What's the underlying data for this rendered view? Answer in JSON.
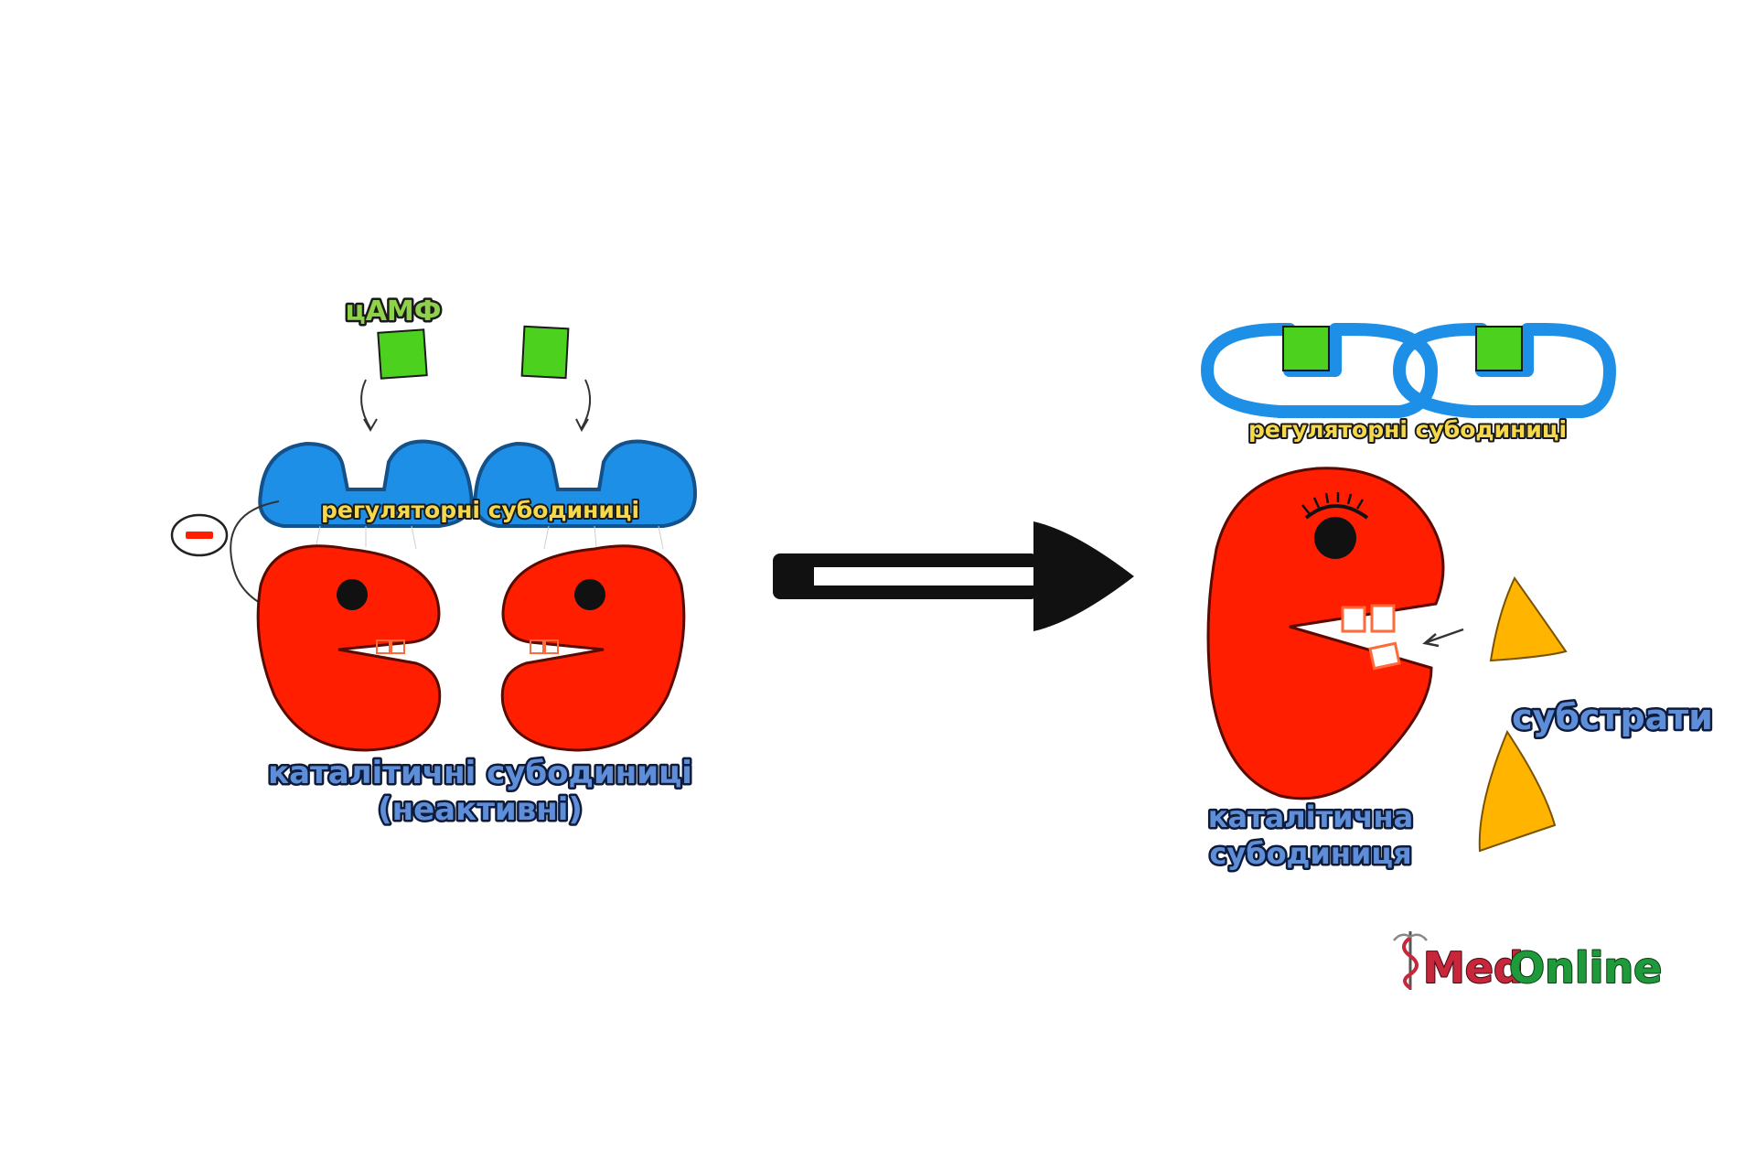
{
  "left_panel": {
    "camp_label": "цАМФ",
    "regulatory_label": "регуляторні субодиниці",
    "catalytic_label_line1": "каталітичні субодиниці",
    "catalytic_label_line2": "(неактивні)",
    "inhibition_sign": "−"
  },
  "right_panel": {
    "regulatory_label": "регуляторні субодиниці",
    "catalytic_label_line1": "каталітична",
    "catalytic_label_line2": "субодиниця",
    "substrates_label": "субстрати"
  },
  "logo": {
    "text_med": "Med",
    "text_online": "Online"
  },
  "colors": {
    "regulatory_blue": "#1e8fe6",
    "catalytic_red": "#ff1f00",
    "camp_green": "#4cd21e",
    "substrate_orange": "#ffb400",
    "arrow_black": "#111111",
    "logo_red": "#c8263a",
    "logo_green": "#1f9a3a"
  }
}
